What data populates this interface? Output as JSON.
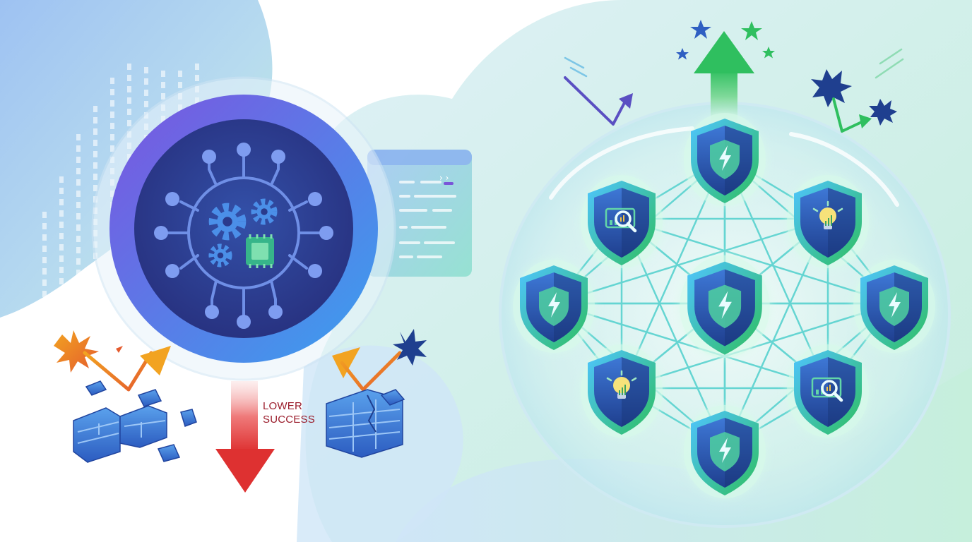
{
  "labels": {
    "lower_line1": "LOWER",
    "lower_line2": "SUCCESS"
  },
  "colors": {
    "accent_green": "#2fbf5f",
    "accent_red": "#e23a3a",
    "deep_blue": "#1f3f8f",
    "purple": "#6a4fd8",
    "teal": "#3cc9c0"
  },
  "icons": {
    "hub": "circuit-gears-chip-icon",
    "shield": "shield-lightning-icon",
    "shield_search": "shield-magnifier-chart-icon",
    "shield_idea": "shield-lightbulb-chart-icon",
    "up": "arrow-up-icon",
    "down": "arrow-down-icon"
  },
  "shields": [
    {
      "id": "top",
      "icon": "lightning"
    },
    {
      "id": "upper-left",
      "icon": "search"
    },
    {
      "id": "upper-right",
      "icon": "idea"
    },
    {
      "id": "mid-left",
      "icon": "lightning"
    },
    {
      "id": "center",
      "icon": "lightning"
    },
    {
      "id": "mid-right",
      "icon": "lightning"
    },
    {
      "id": "lower-left",
      "icon": "idea"
    },
    {
      "id": "lower-right",
      "icon": "search"
    },
    {
      "id": "bottom",
      "icon": "lightning"
    }
  ]
}
